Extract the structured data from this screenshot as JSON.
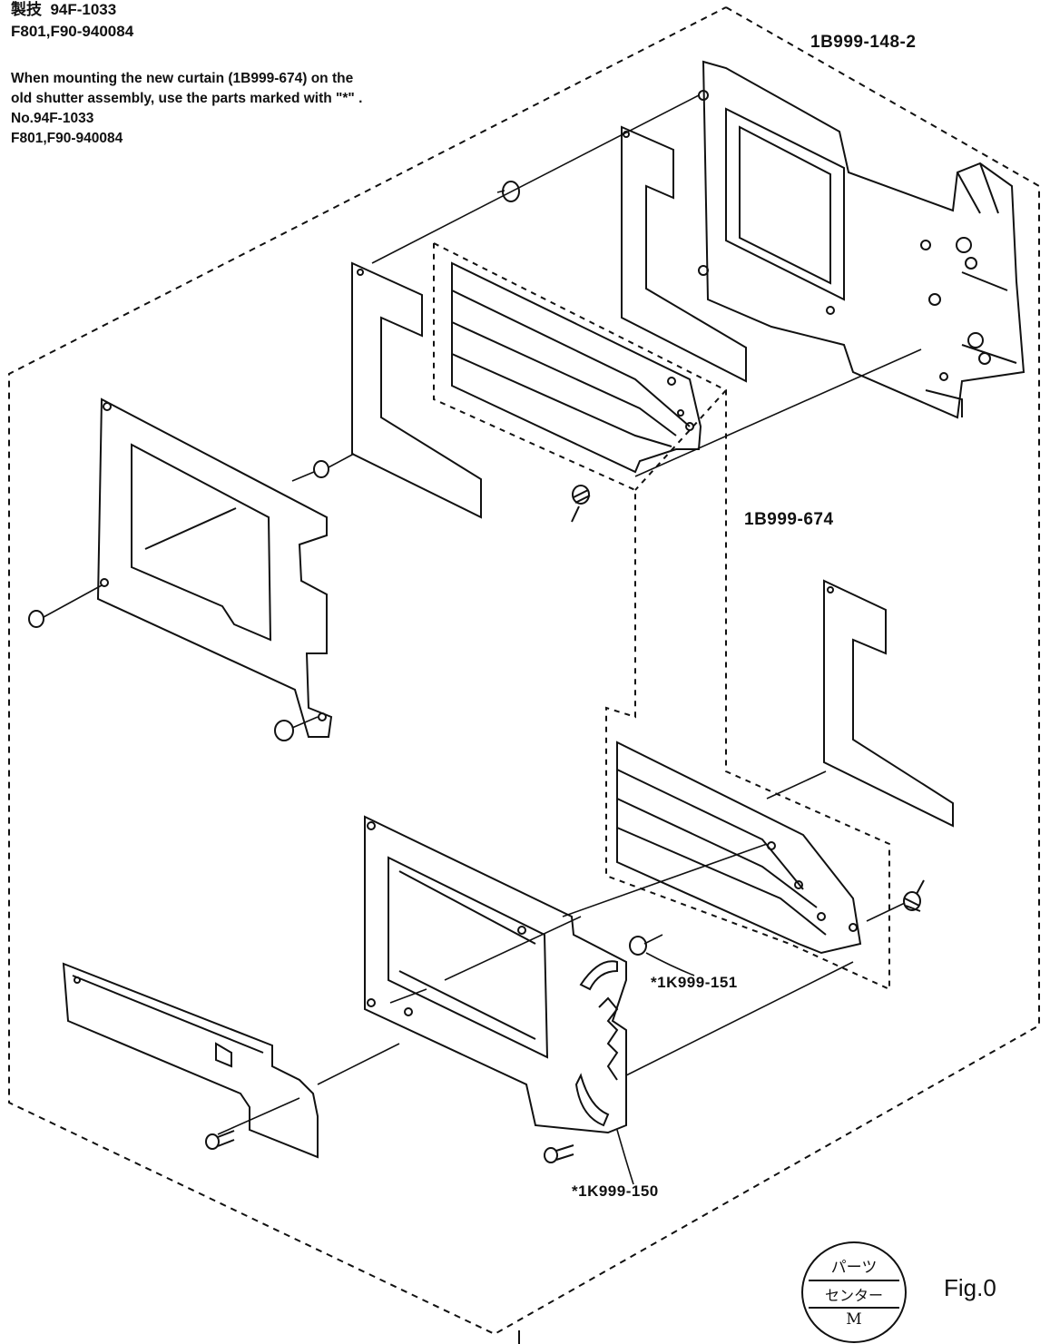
{
  "header": {
    "line1": "製技  94F-1033",
    "line2": "F801,F90-940084"
  },
  "note": {
    "line1": "When mounting the new curtain (1B999-674) on the",
    "line2": "old shutter assembly, use the parts marked with \"*\" .",
    "line3": "No.94F-1033",
    "line4": "F801,F90-940084"
  },
  "parts": {
    "shutter_unit": "1B999-148-2",
    "curtain_assembly": "1B999-674",
    "washer": "*1K999-151",
    "plate": "*1K999-150"
  },
  "stamp": {
    "line1": "パーツ",
    "line2": "センター",
    "line3": "M"
  },
  "figure_label": "Fig.0"
}
